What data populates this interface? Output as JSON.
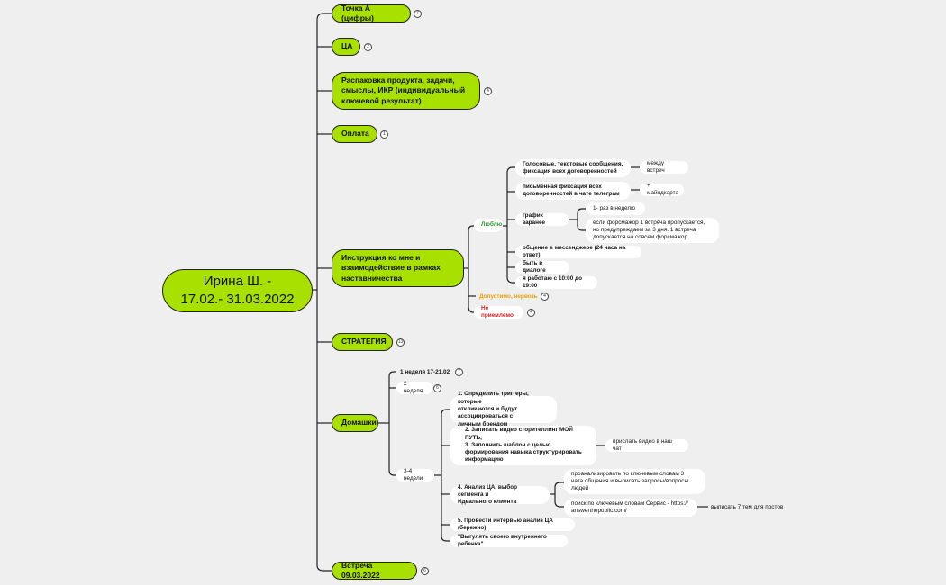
{
  "root": {
    "line1": "Ирина Ш. -",
    "line2": "17.02.- 31.03.2022"
  },
  "branches": {
    "point_a": {
      "label": "Точка А (цифры)",
      "badge": "7"
    },
    "ca": {
      "label": "ЦА",
      "badge": "2"
    },
    "unpack": {
      "line1": "Распаковка продукта, задачи,",
      "line2": "смыслы, ИКР (индивидуальный",
      "line3": "ключевой результат)",
      "badge": "4"
    },
    "payment": {
      "label": "Оплата",
      "badge": "1"
    },
    "instruction": {
      "line1": "Инструкция ко мне и",
      "line2": "взаимодействие в рамках",
      "line3": "наставничества",
      "love": {
        "label": "Люблю",
        "voice": {
          "line1": "Голосовые, текстовые сообщения,",
          "line2": "фиксация всех договоренностей",
          "child": "между встреч"
        },
        "written": {
          "line1": "письменная фиксация всех",
          "line2": "договоренностей в чате телеграм",
          "child": "+ майндкарта"
        },
        "schedule": {
          "label": "график заранее",
          "weekly": "1- раз в неделю",
          "force": {
            "line1": "если форсмажор 1 встреча пропускается,",
            "line2": "но предупреждаем за 3 дня. 1 встреча",
            "line3": "допускается на совсем форсмажор"
          }
        },
        "messenger": "общение в мессенджере (24 часа на ответ)",
        "dialog": "быть в диалоге",
        "hours": "я работаю с 10:00 до 19:00"
      },
      "acceptable": {
        "label": "Допустимо, нервозь",
        "badge": "4"
      },
      "unacceptable": {
        "label": "Не приемлемо",
        "badge": "4"
      }
    },
    "strategy": {
      "label": "СТРАТЕГИЯ",
      "badge": "13"
    },
    "homework": {
      "label": "Домашки",
      "week1": {
        "label": "1 неделя 17-21.02",
        "badge": "7"
      },
      "week2": {
        "label": "2 неделя",
        "badge": "6"
      },
      "week34": {
        "label": "3-4  недели",
        "task1": {
          "line1": "1. Определить триггеры, которые",
          "line2": "откликаются и будут ассоциироваться с",
          "line3": "личным брендом"
        },
        "task23": {
          "line1": "2. Записать видео сторителлинг МОЙ",
          "line2": "ПУТЬ,",
          "line3": "3. Заполнить шаблон с целью",
          "line4": "формирования навыка структурировать",
          "line5": "информацию",
          "child": "прислать видео в наш чат"
        },
        "task4": {
          "line1": "4. Анализ ЦА, выбор сегмента и",
          "line2": "Идеального клиента",
          "analyze": {
            "line1": "проанализировать по ключевым словам 3",
            "line2": "чата общения и выписать запросы/вопросы",
            "line3": "людей"
          },
          "search": {
            "line1": "поиск по ключевым словам Сервис - https://",
            "line2": "answerthepublic.com/",
            "child": "выписать 7 тем для постов"
          }
        },
        "task5": "5. Провести интервью анализ ЦА (бережно)",
        "task6": "\"Выгулять своего внутреннего ребенка\""
      }
    },
    "meeting": {
      "label": "Встреча 09.03.2022",
      "badge": "6"
    }
  },
  "colors": {
    "node_fill": "#a8e000",
    "background": "#efefef",
    "line": "#222222",
    "love": "#2a9a2a",
    "acceptable": "#e8a400",
    "unacceptable": "#d41f1f"
  }
}
